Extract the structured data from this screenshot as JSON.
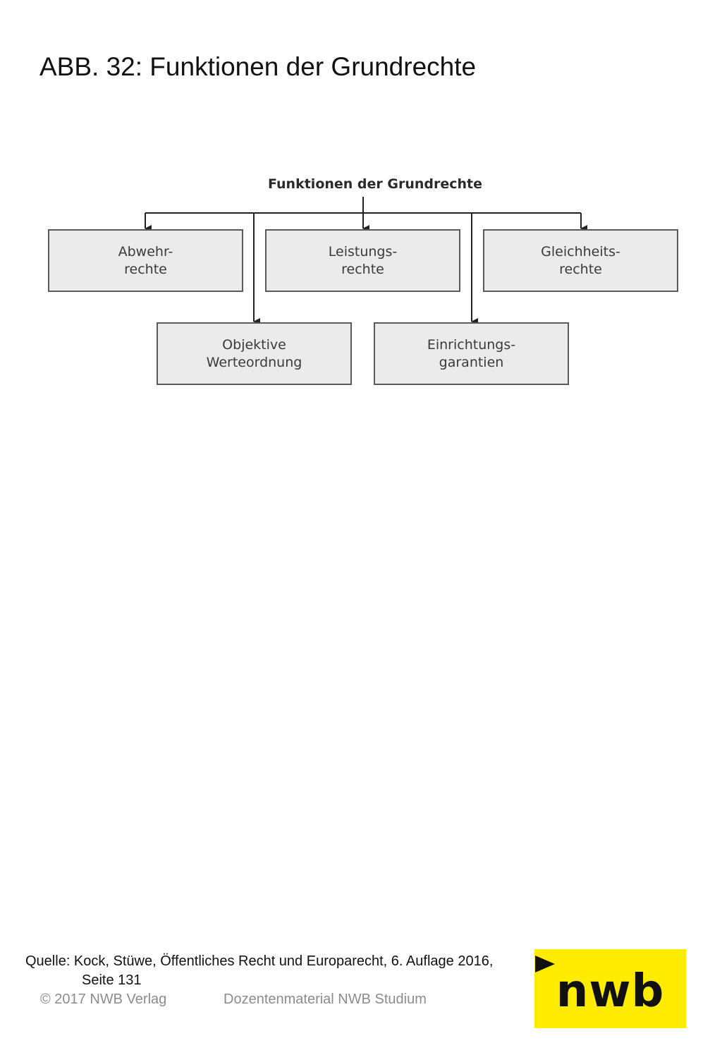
{
  "slide": {
    "title": "ABB. 32: Funktionen der Grundrechte"
  },
  "diagram": {
    "root": "Funktionen der Grundrechte",
    "nodes": [
      {
        "line1": "Abwehr-",
        "line2": "rechte"
      },
      {
        "line1": "Leistungs-",
        "line2": "rechte"
      },
      {
        "line1": "Gleichheits-",
        "line2": "rechte"
      },
      {
        "line1": "Objektive",
        "line2": "Werteordnung"
      },
      {
        "line1": "Einrichtungs-",
        "line2": "garantien"
      }
    ]
  },
  "source": {
    "line1": "Quelle: Kock, Stüwe, Öffentliches Recht und Europarecht, 6. Auflage 2016,",
    "line2": "Seite 131"
  },
  "footer": {
    "copyright": "© 2017 NWB Verlag",
    "material": "Dozentenmaterial NWB Studium"
  },
  "logo": {
    "text": "nwb",
    "background": "#ffec00"
  },
  "icons": {
    "next": "play-arrow-icon"
  }
}
